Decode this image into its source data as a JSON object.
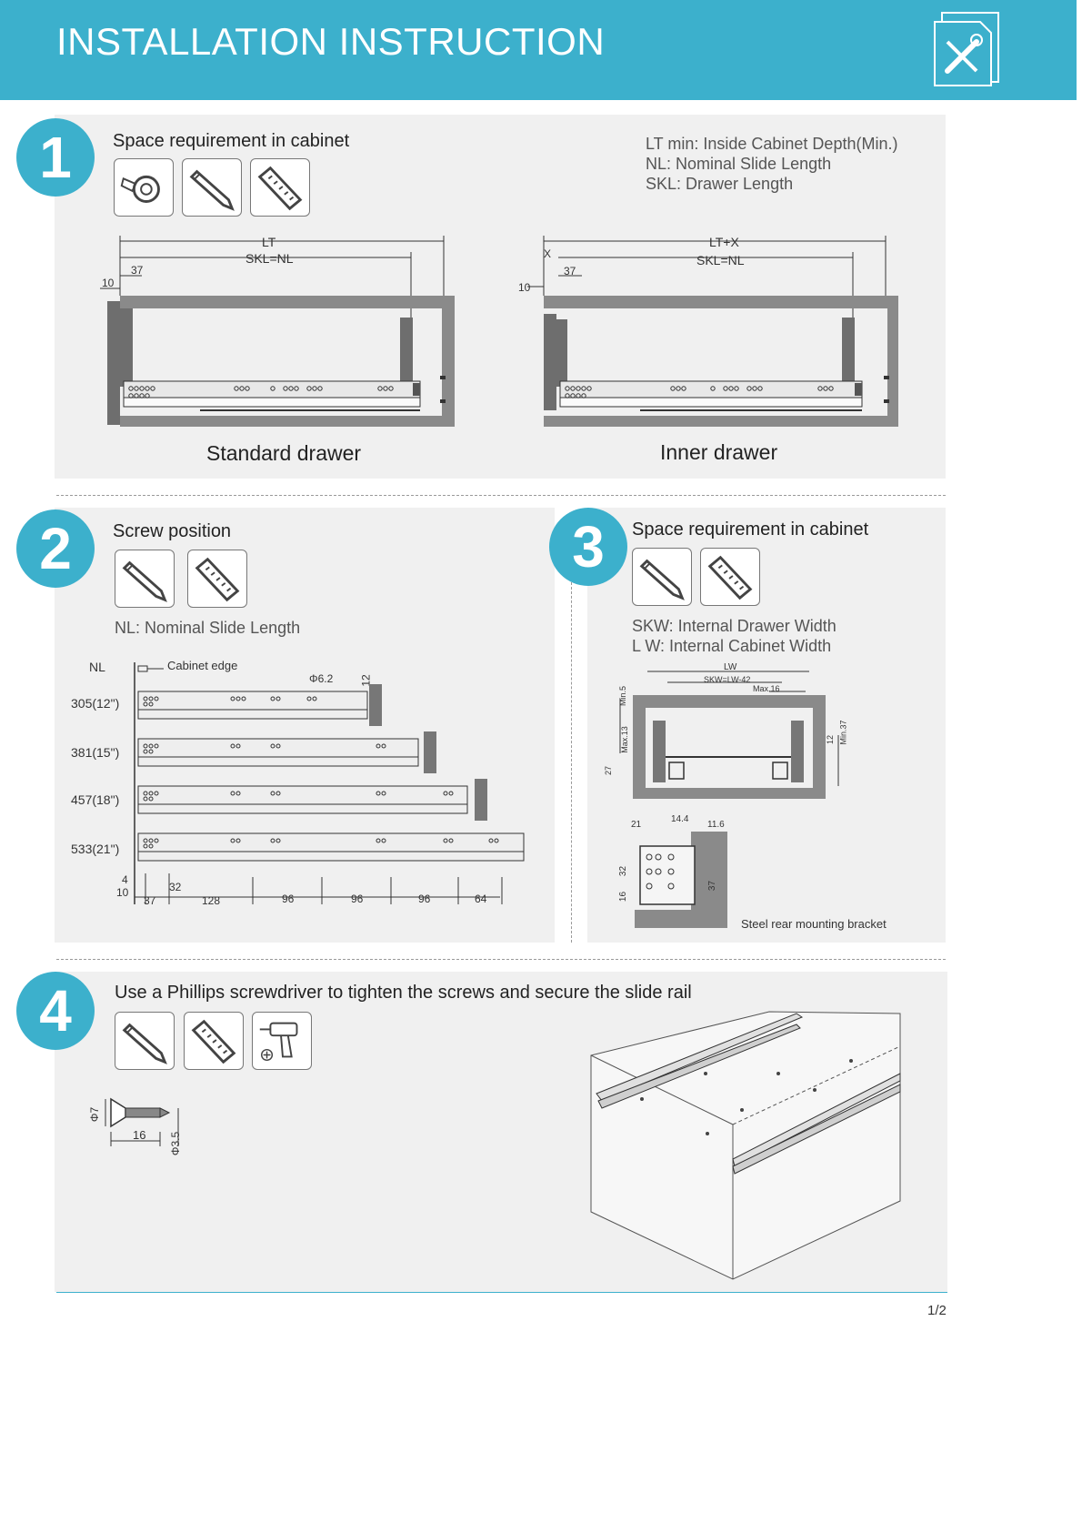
{
  "header": {
    "title": "INSTALLATION INSTRUCTION",
    "icon": "tools-document-icon"
  },
  "step1": {
    "number": "1",
    "title": "Space requirement in cabinet",
    "notes": [
      "LT min: Inside Cabinet Depth(Min.)",
      "NL:  Nominal Slide Length",
      "SKL: Drawer Length"
    ],
    "std": {
      "lt": "LT",
      "skl": "SKL=NL",
      "d37": "37",
      "d10": "10",
      "caption": "Standard drawer"
    },
    "inner": {
      "lt": "LT+X",
      "skl": "SKL=NL",
      "x": "X",
      "d37": "37",
      "d10": "10",
      "caption": "Inner drawer"
    }
  },
  "step2": {
    "number": "2",
    "title": "Screw position",
    "note": "NL: Nominal Slide Length",
    "nl": "NL",
    "edge": "Cabinet edge",
    "phi": "Φ6.2",
    "twelve": "12",
    "rows": [
      "305(12\")",
      "381(15\")",
      "457(18\")",
      "533(21\")"
    ],
    "dims": {
      "d4": "4",
      "d10": "10",
      "d37": "37",
      "d32": "32",
      "d128": "128",
      "d96a": "96",
      "d96b": "96",
      "d96c": "96",
      "d64": "64"
    }
  },
  "step3": {
    "number": "3",
    "title": "Space requirement in cabinet",
    "notes": [
      "SKW: Internal Drawer Width",
      "L  W: Internal Cabinet Width"
    ],
    "lw": "LW",
    "skw": "SKW=LW-42",
    "max16": "Max.16",
    "min5": "Min.5",
    "max13": "Max.13",
    "d27": "27",
    "d12": "12",
    "min37": "Min.37",
    "b21": "21",
    "b144": "14.4",
    "b116": "11.6",
    "b32": "32",
    "b16": "16",
    "b37": "37",
    "bracket": "Steel rear mounting bracket"
  },
  "step4": {
    "number": "4",
    "title": "Use a Phillips screwdriver to tighten the screws and secure the slide rail",
    "screw": {
      "phi7": "Φ7",
      "len": "16",
      "phi35": "Φ3.5"
    }
  },
  "page": "1/2",
  "colors": {
    "accent": "#3cb0cc",
    "panel": "#f0f0f0"
  }
}
